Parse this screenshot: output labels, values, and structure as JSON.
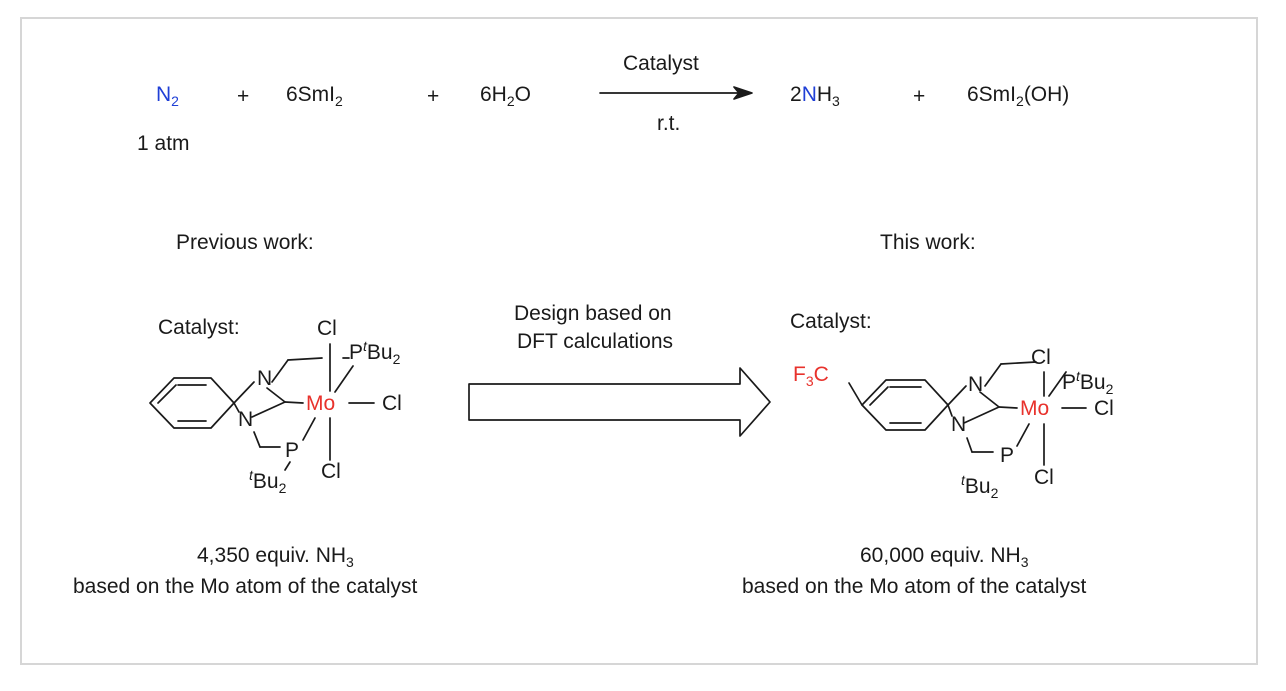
{
  "colors": {
    "blue": "#1f3fd6",
    "red": "#e8322c",
    "ink": "#1a1a1a",
    "border": "#d6d6d6"
  },
  "equation": {
    "n2": "N",
    "n2_sub": "2",
    "n2_note": "1 atm",
    "plus1": "+",
    "smi2_coef": "6SmI",
    "smi2_sub": "2",
    "plus2": "+",
    "h2o_a": "6H",
    "h2o_sub": "2",
    "h2o_b": "O",
    "arrow_top": "Catalyst",
    "arrow_bottom": "r.t.",
    "nh3_coef": "2",
    "nh3_n": "N",
    "nh3_h": "H",
    "nh3_sub": "3",
    "plus3": "+",
    "prod2_a": "6SmI",
    "prod2_sub": "2",
    "prod2_b": "(OH)"
  },
  "previous": {
    "heading": "Previous work:",
    "catalyst_label": "Catalyst:",
    "yield_a": "4,350 equiv. NH",
    "yield_sub": "3",
    "yield_b": "based on the Mo atom of the catalyst"
  },
  "middle": {
    "line1": "Design based on",
    "line2": "DFT calculations"
  },
  "current": {
    "heading": "This work:",
    "catalyst_label": "Catalyst:",
    "yield_a": "60,000 equiv. NH",
    "yield_sub": "3",
    "yield_b": "based on the Mo atom of the catalyst"
  },
  "structure": {
    "cl": "Cl",
    "mo": "Mo",
    "n": "N",
    "p": "P",
    "ptbu_t": "t",
    "ptbu_bu": "Bu",
    "ptbu_sub": "2",
    "f3c_f": "F",
    "f3c_sub": "3",
    "f3c_c": "C"
  }
}
